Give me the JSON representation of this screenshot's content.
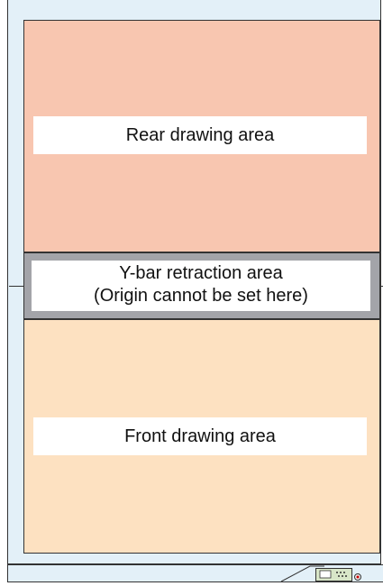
{
  "areas": {
    "rear": {
      "label": "Rear drawing area"
    },
    "retraction": {
      "line1": "Y-bar retraction area",
      "line2": "(Origin cannot be set here)"
    },
    "front": {
      "label": "Front drawing area"
    }
  },
  "icons": {
    "control_panel": "control-panel-icon"
  },
  "colors": {
    "rear_area": "#f8c6b0",
    "retraction_area": "#a3a4a9",
    "front_area": "#fde1c1",
    "frame": "#e3f0f8"
  }
}
